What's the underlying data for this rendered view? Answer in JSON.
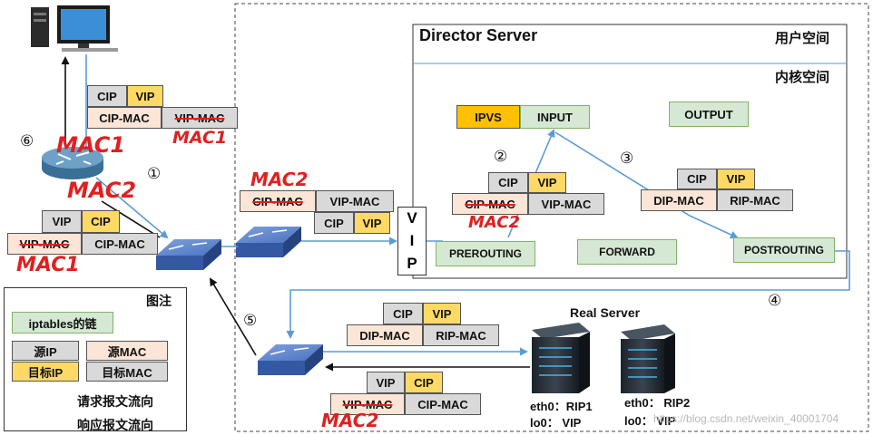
{
  "director": {
    "title": "Director Server",
    "user_space": "用户空间",
    "kernel_space": "内核空间",
    "ipvs": "IPVS",
    "input": "INPUT",
    "output": "OUTPUT",
    "prerouting": "PREROUTING",
    "forward": "FORWARD",
    "postrouting": "POSTROUTING"
  },
  "vip_interface": {
    "letters": [
      "V",
      "I",
      "P"
    ]
  },
  "real_server": {
    "title": "Real Server",
    "rs1": {
      "eth0": "eth0：RIP1",
      "lo0": "lo0：  VIP"
    },
    "rs2": {
      "eth0": "eth0：  RIP2",
      "lo0": "lo0：  VIP"
    }
  },
  "steps": [
    "①",
    "②",
    "③",
    "④",
    "⑤",
    "⑥"
  ],
  "packets": {
    "client_top": {
      "row1": [
        "CIP",
        "VIP"
      ],
      "row2": [
        "CIP-MAC",
        "VIP-MAC"
      ],
      "annotation": "MAC1"
    },
    "router_left": {
      "row1": [
        "VIP",
        "CIP"
      ],
      "row2": [
        "VIP-MAC",
        "CIP-MAC"
      ],
      "annotation": "MAC1"
    },
    "router_annotations": [
      "MAC1",
      "MAC2"
    ],
    "switch_to_vip": {
      "row1": [
        "CIP-MAC",
        "VIP-MAC"
      ],
      "row2": [
        "CIP",
        "VIP"
      ],
      "annotation": "MAC2"
    },
    "director_in": {
      "row1": [
        "CIP",
        "VIP"
      ],
      "row2": [
        "CIP-MAC",
        "VIP-MAC"
      ],
      "annotation": "MAC2"
    },
    "director_out": {
      "row1": [
        "CIP",
        "VIP"
      ],
      "row2": [
        "DIP-MAC",
        "RIP-MAC"
      ]
    },
    "to_real_server": {
      "row1": [
        "CIP",
        "VIP"
      ],
      "row2": [
        "DIP-MAC",
        "RIP-MAC"
      ]
    },
    "from_real_server": {
      "row1": [
        "VIP",
        "CIP"
      ],
      "row2": [
        "VIP-MAC",
        "CIP-MAC"
      ],
      "annotation": "MAC2"
    }
  },
  "legend": {
    "title": "图注",
    "chain": "iptables的链",
    "src_ip": "源IP",
    "src_mac": "源MAC",
    "dst_ip": "目标IP",
    "dst_mac": "目标MAC",
    "request_flow": "请求报文流向",
    "response_flow": "响应报文流向"
  },
  "watermark": "https://blog.csdn.net/weixin_40001704",
  "colors": {
    "request_arrow": "#5b9bd5",
    "response_arrow": "#111111",
    "switch_blue": "#3f68b5",
    "annotation_red": "#e02020",
    "chain_green": "#d5e8d4",
    "ipvs_orange": "#ffc000"
  }
}
